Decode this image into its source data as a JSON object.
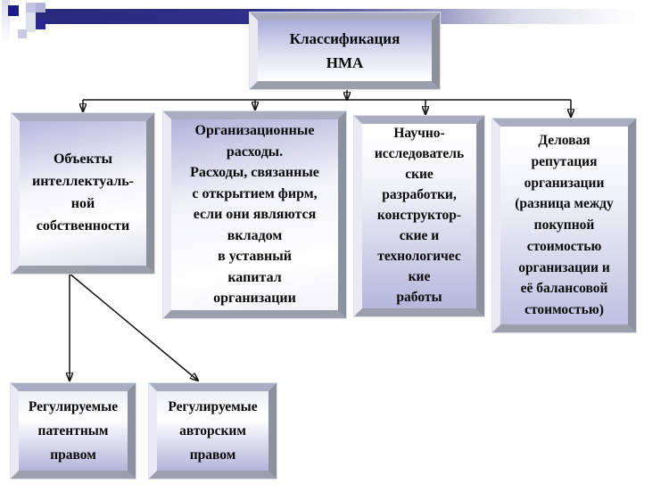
{
  "colors": {
    "accent_bar_navy": "#2b2b85",
    "decor_square_navy": "#1b1b8a",
    "box_lavender": "#b7badf",
    "text": "#0a0a0a"
  },
  "title_box": {
    "text": "Классификация\nНМА"
  },
  "branches": [
    {
      "text": "Объекты\nинтеллектуаль-\nной\nсобственности"
    },
    {
      "text": "Организационные\nрасходы.\nРасходы, связанные\nс открытием фирм,\nесли они являются\nвкладом\nв уставный\nкапитал\nорганизации"
    },
    {
      "text": "Научно-\nисследователь\nские\nразработки,\nконструктор-\nские и\nтехнологичес\nкие\nработы"
    },
    {
      "text": "Деловая\nрепутация\nорганизации\n(разница между\nпокупной\nстоимостью\nорганизации и\nеё балансовой\nстоимостью)"
    }
  ],
  "sub_branches": [
    {
      "text": "Регулируемые\nпатентным\nправом"
    },
    {
      "text": "Регулируемые\nавторским\nправом"
    }
  ]
}
